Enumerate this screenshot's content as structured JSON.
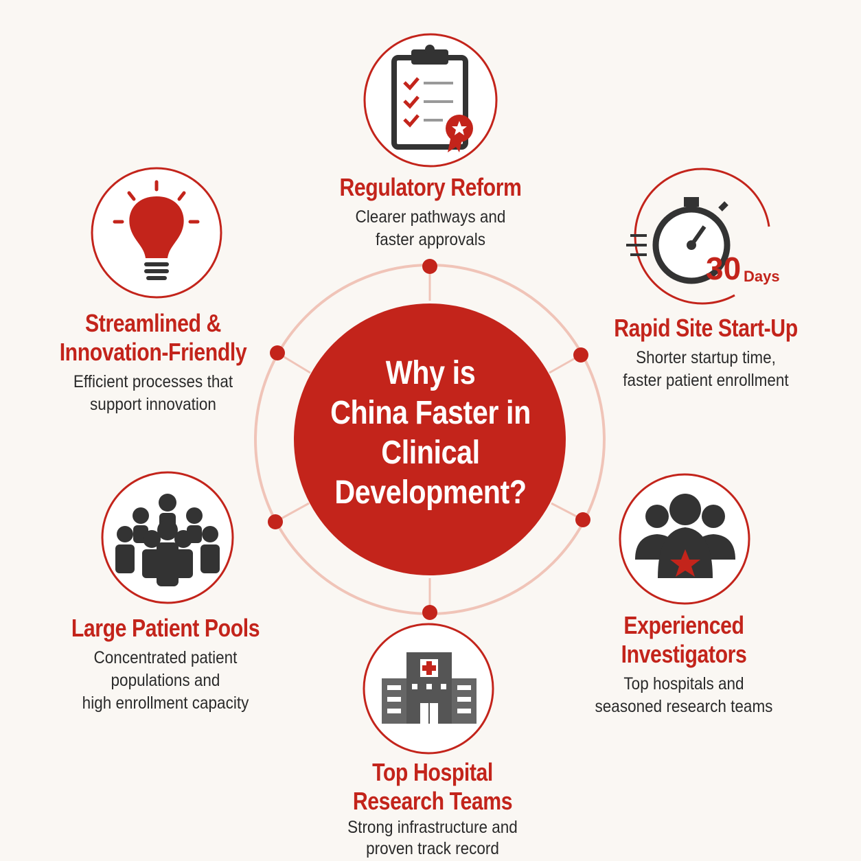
{
  "center": {
    "title_lines": [
      "Why is",
      "China Faster in",
      "Clinical",
      "Development?"
    ]
  },
  "colors": {
    "accent": "#c3241b",
    "ring": "#f0c4b8",
    "icon_dark": "#333333",
    "background": "#faf7f3"
  },
  "factors": [
    {
      "id": "regulatory",
      "icon": "clipboard-checklist-icon",
      "heading_lines": [
        "Regulatory Reform"
      ],
      "desc_lines": [
        "Clearer pathways and",
        "faster approvals"
      ]
    },
    {
      "id": "startup",
      "icon": "stopwatch-icon",
      "badge_number": "30",
      "badge_unit": "Days",
      "heading_lines": [
        "Rapid Site Start-Up"
      ],
      "desc_lines": [
        "Shorter startup time,",
        "faster patient enrollment"
      ]
    },
    {
      "id": "investigators",
      "icon": "team-star-icon",
      "heading_lines": [
        "Experienced",
        "Investigators"
      ],
      "desc_lines": [
        "Top hospitals and",
        "seasoned research teams"
      ]
    },
    {
      "id": "hospital",
      "icon": "hospital-icon",
      "heading_lines": [
        "Top Hospital",
        "Research Teams"
      ],
      "desc_lines": [
        "Strong infrastructure and",
        "proven track record"
      ]
    },
    {
      "id": "patients",
      "icon": "crowd-icon",
      "heading_lines": [
        "Large Patient Pools"
      ],
      "desc_lines": [
        "Concentrated patient",
        "populations and",
        "high enrollment capacity"
      ]
    },
    {
      "id": "innovation",
      "icon": "lightbulb-icon",
      "heading_lines": [
        "Streamlined &",
        "Innovation-Friendly"
      ],
      "desc_lines": [
        "Efficient processes that",
        "support innovation"
      ]
    }
  ]
}
